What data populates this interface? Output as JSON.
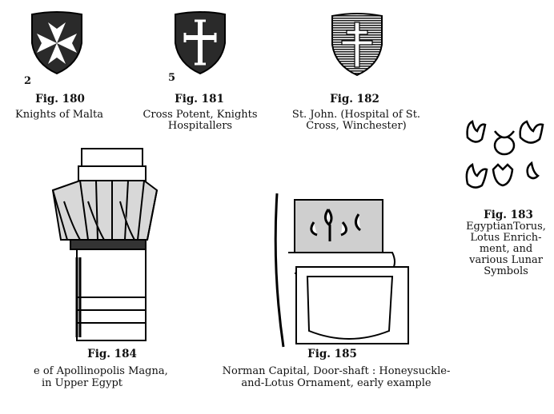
{
  "figures": [
    {
      "number": "Fig. 180",
      "caption": [
        "Knights of Malta"
      ],
      "mark": "2"
    },
    {
      "number": "Fig. 181",
      "caption": [
        "Cross Potent, Knights",
        "Hospitallers"
      ],
      "mark": "5"
    },
    {
      "number": "Fig. 182",
      "caption": [
        "St. John. (Hospital of St.",
        "Cross, Winchester)"
      ]
    },
    {
      "number": "Fig. 183",
      "caption": [
        "EgyptianTorus,",
        "Lotus Enrich-",
        "ment, and",
        "various Lunar",
        "Symbols"
      ]
    },
    {
      "number": "Fig. 184",
      "caption": [
        "e of Apollinopolis Magna,",
        "in Upper Egypt"
      ]
    },
    {
      "number": "Fig. 185",
      "caption": [
        "Norman Capital, Door-shaft : Honeysuckle-",
        "and-Lotus Ornament, early example"
      ]
    }
  ]
}
